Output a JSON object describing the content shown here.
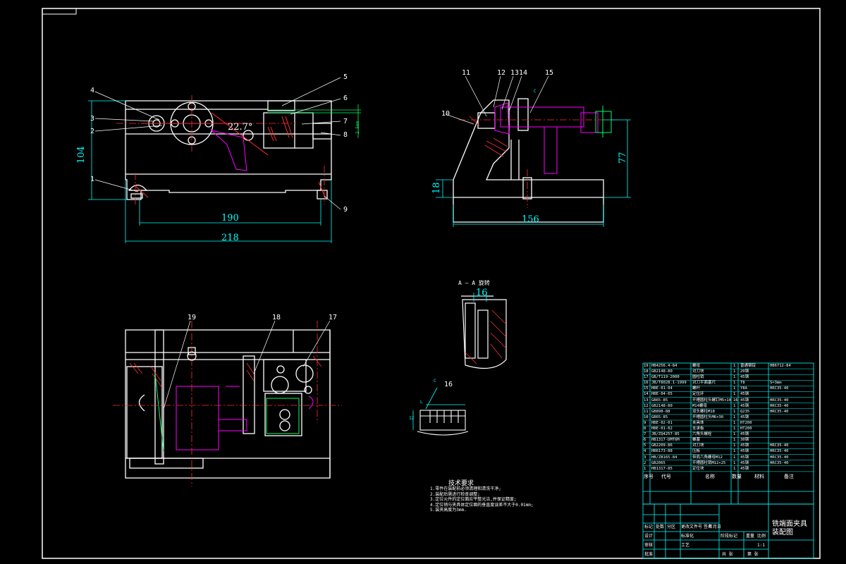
{
  "drawing": {
    "balloons_front": [
      "1",
      "2",
      "3",
      "4",
      "5",
      "6",
      "7",
      "8",
      "9"
    ],
    "balloons_side": [
      "10",
      "11",
      "12",
      "13",
      "14",
      "15"
    ],
    "balloons_top": [
      "19",
      "18",
      "17"
    ],
    "balloon_detail_c": "16",
    "angle": "22.7°",
    "dims": {
      "front_height": "104",
      "front_inner_width": "190",
      "front_width": "218",
      "side_height": "77",
      "side_base": "18",
      "side_width": "156",
      "side_slot": "16",
      "small_vert": "2.5mm",
      "detail_16": "16",
      "detail_c_h": "12",
      "detail_c_l": "L"
    },
    "section_label": "A — A  旋转",
    "detail_label": "C"
  },
  "tech_notes": {
    "title": "技术要求",
    "lines": [
      "1.零件在装配前必须清理和清洗干净;",
      "2.装配后需进行检查调整;",
      "3.定位元件的定位面应平整光洁,并保证精度;",
      "4.定位销与夹具体定位面的垂直度误差不大于0.01mm;",
      "5.装夹高度为3mm."
    ]
  },
  "bom": {
    "rows": [
      {
        "no": "19",
        "code": "HB4256.4-84",
        "name": "螺母",
        "qty": "1",
        "mat": "普通钢锭",
        "note": "HB6712-84"
      },
      {
        "no": "18",
        "code": "GB2148-80",
        "name": "对刀块",
        "qty": "1",
        "mat": "20钢",
        "note": ""
      },
      {
        "no": "17",
        "code": "GB/T119-2000",
        "name": "圆柱销",
        "qty": "1",
        "mat": "45钢",
        "note": ""
      },
      {
        "no": "16",
        "code": "JB/T8028.1-1999",
        "name": "对刀平面塞尺",
        "qty": "1",
        "mat": "T8",
        "note": "S=3mm"
      },
      {
        "no": "15",
        "code": "HBE-01-04",
        "name": "螺杆",
        "qty": "1",
        "mat": "Y8A",
        "note": "HRC35-40"
      },
      {
        "no": "14",
        "code": "HBE-04-05",
        "name": "定位环",
        "qty": "1",
        "mat": "45钢",
        "note": ""
      },
      {
        "no": "13",
        "code": "GB65-85",
        "name": "开槽圆柱头螺钉M5×10",
        "qty": "16",
        "mat": "45钢",
        "note": "HRC35-40"
      },
      {
        "no": "12",
        "code": "GB2148-80",
        "name": "M14螺母",
        "qty": "1",
        "mat": "45钢",
        "note": "HRC35-40"
      },
      {
        "no": "11",
        "code": "GB898-88",
        "name": "双头螺柱M18",
        "qty": "1",
        "mat": "Q235",
        "note": "HRC35-40"
      },
      {
        "no": "10",
        "code": "GB65-85",
        "name": "开槽圆柱头M6×30",
        "qty": "1",
        "mat": "45钢",
        "note": ""
      },
      {
        "no": "9",
        "code": "HBE-02-01",
        "name": "夹具体",
        "qty": "1",
        "mat": "HT200",
        "note": ""
      },
      {
        "no": "8",
        "code": "HBE-01-02",
        "name": "支承板",
        "qty": "1",
        "mat": "HT200",
        "note": ""
      },
      {
        "no": "7",
        "code": "JB/ZQ4257-85",
        "name": "六角头螺栓",
        "qty": "1",
        "mat": "45钢",
        "note": ""
      },
      {
        "no": "6",
        "code": "HB1317-DMT6M",
        "name": "螺塞",
        "qty": "1",
        "mat": "30钢",
        "note": ""
      },
      {
        "no": "5",
        "code": "GB2209-86",
        "name": "对刀块",
        "qty": "1",
        "mat": "45钢",
        "note": "HRC35-40"
      },
      {
        "no": "4",
        "code": "HB6173-88",
        "name": "压板",
        "qty": "1",
        "mat": "45钢",
        "note": "HRC35-40"
      },
      {
        "no": "3",
        "code": "HB/ZB165-84",
        "name": "带肩六角螺母M12",
        "qty": "1",
        "mat": "45钢",
        "note": "HRC35-40"
      },
      {
        "no": "2",
        "code": "GB2065",
        "name": "开槽圆柱销M12×25",
        "qty": "1",
        "mat": "45钢",
        "note": "HRC35-40"
      },
      {
        "no": "1",
        "code": "HB1317-85",
        "name": "定位块",
        "qty": "1",
        "mat": "45钢",
        "note": ""
      }
    ],
    "header": {
      "no": "序号",
      "code": "代号",
      "name": "名称",
      "qty": "数量",
      "mat": "材料",
      "note": "备注"
    }
  },
  "title_block": {
    "title_line1": "铣端面夹具",
    "title_line2": "装配图",
    "cells": [
      "标记",
      "处数",
      "分区",
      "更改文件号",
      "签名",
      "年月日",
      "设计",
      "标准化",
      "审核",
      "工艺",
      "批准",
      "阶段标记",
      "重量",
      "比例",
      "共 张",
      "第 张",
      "1:1"
    ]
  }
}
